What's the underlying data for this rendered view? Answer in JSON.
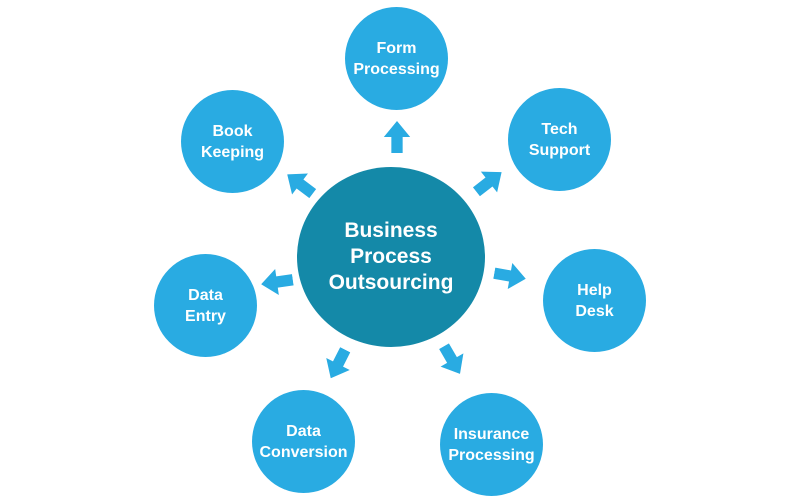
{
  "background": "#ffffff",
  "colors": {
    "center_circle": "#1489A8",
    "satellite_circle": "#29ABE2",
    "arrow": "#29ABE2",
    "text": "#ffffff"
  },
  "diagram": {
    "type": "hub-and-spoke",
    "center": {
      "label_lines": [
        "Business",
        "Process",
        "Outsourcing"
      ]
    },
    "nodes": [
      {
        "id": "form-processing",
        "label_lines": [
          "Form",
          "Processing"
        ]
      },
      {
        "id": "tech-support",
        "label_lines": [
          "Tech",
          "Support"
        ]
      },
      {
        "id": "help-desk",
        "label_lines": [
          "Help",
          "Desk"
        ]
      },
      {
        "id": "insurance-processing",
        "label_lines": [
          "Insurance",
          "Processing"
        ]
      },
      {
        "id": "data-conversion",
        "label_lines": [
          "Data",
          "Conversion"
        ]
      },
      {
        "id": "data-entry",
        "label_lines": [
          "Data",
          "Entry"
        ]
      },
      {
        "id": "book-keeping",
        "label_lines": [
          "Book",
          "Keeping"
        ]
      }
    ],
    "arrows": {
      "glyph": "block-arrow",
      "directions": [
        "up",
        "up-right",
        "right",
        "down-right",
        "down-left",
        "left",
        "up-left"
      ]
    }
  }
}
